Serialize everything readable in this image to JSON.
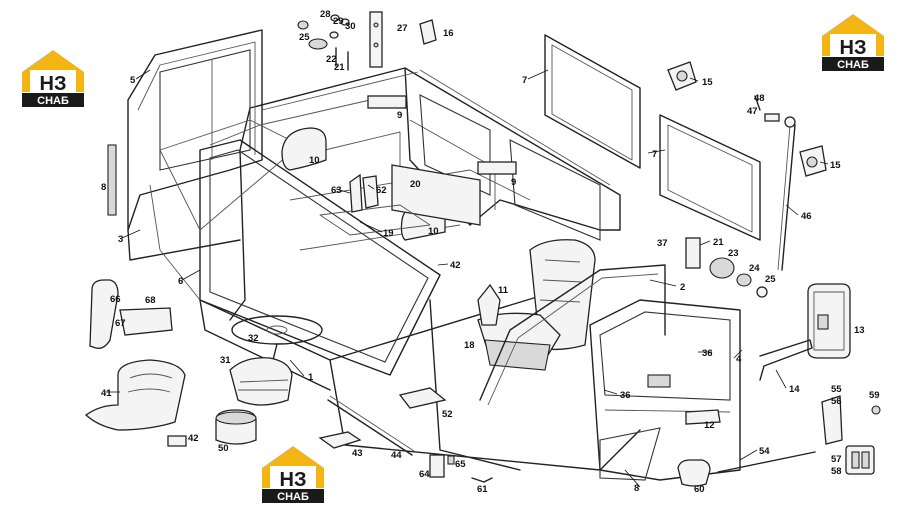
{
  "logo": {
    "mark": "НЗ",
    "caption": "СНАБ"
  },
  "logo_instances": 3,
  "callouts": [
    "1",
    "2",
    "3",
    "4",
    "5",
    "6",
    "7",
    "7",
    "8",
    "8",
    "9",
    "9",
    "10",
    "10",
    "11",
    "12",
    "13",
    "14",
    "15",
    "15",
    "16",
    "18",
    "19",
    "20",
    "21",
    "21",
    "22",
    "23",
    "24",
    "25",
    "25",
    "27",
    "28",
    "29",
    "30",
    "31",
    "32",
    "36",
    "36",
    "37",
    "41",
    "42",
    "42",
    "43",
    "44",
    "46",
    "47",
    "48",
    "50",
    "52",
    "54",
    "55",
    "56",
    "57",
    "58",
    "59",
    "60",
    "61",
    "62",
    "63",
    "64",
    "65",
    "66",
    "67",
    "68"
  ]
}
